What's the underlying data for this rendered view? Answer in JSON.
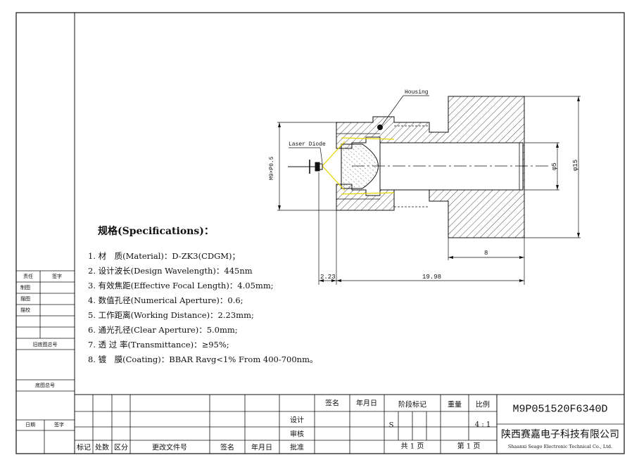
{
  "labels": {
    "housing": "Housing",
    "laser_diode": "Laser Diode",
    "thread": "M9×P0.5",
    "phi5": "φ5",
    "phi15": "φ15",
    "dim_8": "8",
    "dim_2_23": "2.23",
    "dim_19_98": "19.98"
  },
  "specs": {
    "title": "规格(Specifications)：",
    "items": [
      "1. 材　质(Material)：D-ZK3(CDGM)；",
      "2. 设计波长(Design Wavelength)：445nm",
      "3. 有效焦距(Effective Focal Length)：4.05mm;",
      "4. 数值孔径(Numerical Aperture)：0.6;",
      "5. 工作距离(Working Distance)：2.23mm;",
      "6. 通光孔径(Clear Aperture)：5.0mm;",
      "7. 透 过 率(Transmittance)：≥95%;",
      "8. 镀　膜(Coating)：BBAR Ravg<1% From 400-700nm。"
    ]
  },
  "side_table": {
    "r1_a": "责任",
    "r1_b": "签字",
    "r2": "制图",
    "r3": "描图",
    "r4": "描校",
    "old_base": "旧底图总号",
    "base": "底图总号",
    "date": "日期",
    "sign": "签字"
  },
  "title_block": {
    "col_headers": [
      "标记",
      "处数",
      "区分",
      "更改文件号",
      "签名",
      "年月日"
    ],
    "design": "设计",
    "review": "审核",
    "approve": "批准",
    "sign": "签名",
    "date": "年月日",
    "stage_mark": "阶段标记",
    "weight": "重量",
    "scale": "比例",
    "stage_value": "S",
    "scale_value": "4 : 1",
    "total_pages": "共 1 页",
    "page_no": "第 1 页",
    "drawing_no": "M9P051520F6340D",
    "company_cn": "陕西赛嘉电子科技有限公司",
    "company_en": "Shaanxi Seago Electronic Technical Co., Ltd."
  }
}
